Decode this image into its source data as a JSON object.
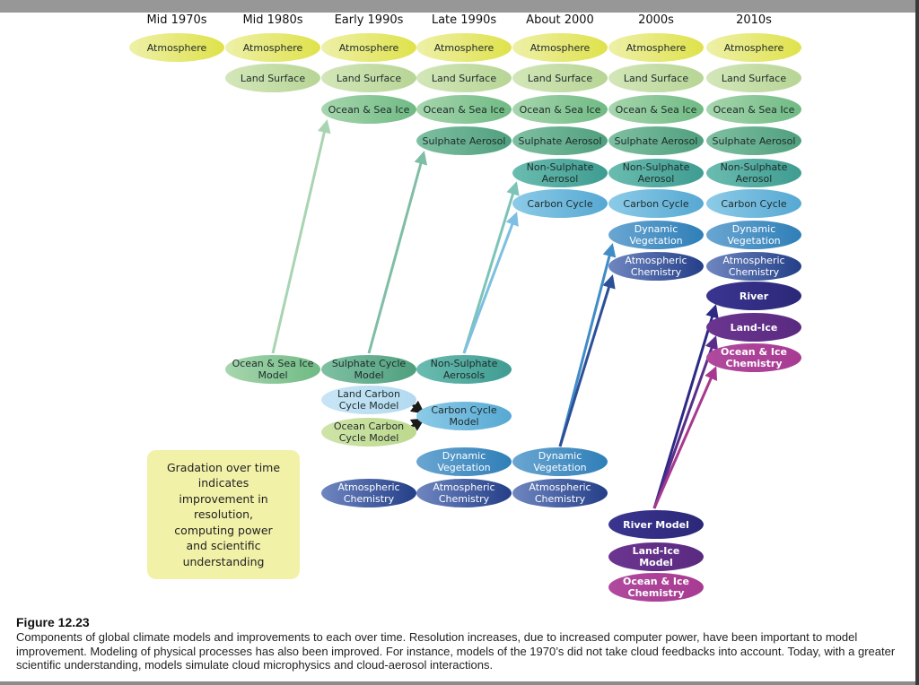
{
  "figure": {
    "title": "Figure 12.23",
    "caption": "Components of global climate models and improvements to each over time. Resolution increases, due to increased computer power, have been important to model improvement. Modeling of physical processes has also been improved. For instance, models of the 1970’s did not take cloud feedbacks into account. Today, with a greater scientific understanding, models simulate cloud microphysics and cloud-aerosol interactions."
  },
  "columns": [
    "Mid 1970s",
    "Mid 1980s",
    "Early 1990s",
    "Late 1990s",
    "About 2000",
    "2000s",
    "2010s"
  ],
  "note": "Gradation over time\nindicates\nimprovement in\nresolution,\ncomputing power\nand scientific\nunderstanding",
  "colors": {
    "atmosphere": "#e6e67a",
    "land_surface": "#c9dfa6",
    "ocean_sea_ice": "#8fc99a",
    "sulphate": "#6fb597",
    "non_sulphate": "#5fb0a8",
    "carbon": "#6db6d9",
    "vegetation": "#4a8fc4",
    "atm_chem": "#3b5fa3",
    "river": "#3a3590",
    "land_ice": "#6b3590",
    "ocean_ice_chem": "#a83a92",
    "land_carbon": "#b9def2",
    "ocean_carbon": "#c6df9c",
    "note_bg": "#f1f1a8"
  },
  "components": [
    {
      "id": "atm-1970",
      "label": "Atmosphere",
      "col": 0,
      "row": 0,
      "type": "atmosphere"
    },
    {
      "id": "atm-1980",
      "label": "Atmosphere",
      "col": 1,
      "row": 0,
      "type": "atmosphere"
    },
    {
      "id": "atm-e1990",
      "label": "Atmosphere",
      "col": 2,
      "row": 0,
      "type": "atmosphere"
    },
    {
      "id": "atm-l1990",
      "label": "Atmosphere",
      "col": 3,
      "row": 0,
      "type": "atmosphere"
    },
    {
      "id": "atm-2000",
      "label": "Atmosphere",
      "col": 4,
      "row": 0,
      "type": "atmosphere"
    },
    {
      "id": "atm-2000s",
      "label": "Atmosphere",
      "col": 5,
      "row": 0,
      "type": "atmosphere"
    },
    {
      "id": "atm-2010s",
      "label": "Atmosphere",
      "col": 6,
      "row": 0,
      "type": "atmosphere"
    },
    {
      "id": "land-1980",
      "label": "Land Surface",
      "col": 1,
      "row": 1,
      "type": "land_surface"
    },
    {
      "id": "land-e1990",
      "label": "Land Surface",
      "col": 2,
      "row": 1,
      "type": "land_surface"
    },
    {
      "id": "land-l1990",
      "label": "Land Surface",
      "col": 3,
      "row": 1,
      "type": "land_surface"
    },
    {
      "id": "land-2000",
      "label": "Land Surface",
      "col": 4,
      "row": 1,
      "type": "land_surface"
    },
    {
      "id": "land-2000s",
      "label": "Land Surface",
      "col": 5,
      "row": 1,
      "type": "land_surface"
    },
    {
      "id": "land-2010s",
      "label": "Land Surface",
      "col": 6,
      "row": 1,
      "type": "land_surface"
    },
    {
      "id": "ocean-e1990",
      "label": "Ocean & Sea Ice",
      "col": 2,
      "row": 2,
      "type": "ocean_sea_ice"
    },
    {
      "id": "ocean-l1990",
      "label": "Ocean & Sea Ice",
      "col": 3,
      "row": 2,
      "type": "ocean_sea_ice"
    },
    {
      "id": "ocean-2000",
      "label": "Ocean & Sea Ice",
      "col": 4,
      "row": 2,
      "type": "ocean_sea_ice"
    },
    {
      "id": "ocean-2000s",
      "label": "Ocean & Sea Ice",
      "col": 5,
      "row": 2,
      "type": "ocean_sea_ice"
    },
    {
      "id": "ocean-2010s",
      "label": "Ocean & Sea Ice",
      "col": 6,
      "row": 2,
      "type": "ocean_sea_ice"
    },
    {
      "id": "sulph-l1990",
      "label": "Sulphate Aerosol",
      "col": 3,
      "row": 3,
      "type": "sulphate"
    },
    {
      "id": "sulph-2000",
      "label": "Sulphate Aerosol",
      "col": 4,
      "row": 3,
      "type": "sulphate"
    },
    {
      "id": "sulph-2000s",
      "label": "Sulphate Aerosol",
      "col": 5,
      "row": 3,
      "type": "sulphate"
    },
    {
      "id": "sulph-2010s",
      "label": "Sulphate Aerosol",
      "col": 6,
      "row": 3,
      "type": "sulphate"
    },
    {
      "id": "nonsulph-2000",
      "label": "Non-Sulphate Aerosol",
      "col": 4,
      "row": 4,
      "type": "non_sulphate"
    },
    {
      "id": "nonsulph-2000s",
      "label": "Non-Sulphate Aerosol",
      "col": 5,
      "row": 4,
      "type": "non_sulphate"
    },
    {
      "id": "nonsulph-2010s",
      "label": "Non-Sulphate Aerosol",
      "col": 6,
      "row": 4,
      "type": "non_sulphate"
    },
    {
      "id": "carbon-2000",
      "label": "Carbon Cycle",
      "col": 4,
      "row": 5,
      "type": "carbon"
    },
    {
      "id": "carbon-2000s",
      "label": "Carbon Cycle",
      "col": 5,
      "row": 5,
      "type": "carbon"
    },
    {
      "id": "carbon-2010s",
      "label": "Carbon Cycle",
      "col": 6,
      "row": 5,
      "type": "carbon"
    },
    {
      "id": "veg-2000s",
      "label": "Dynamic Vegetation",
      "col": 5,
      "row": 6,
      "type": "vegetation"
    },
    {
      "id": "veg-2010s",
      "label": "Dynamic Vegetation",
      "col": 6,
      "row": 6,
      "type": "vegetation"
    },
    {
      "id": "chem-2000s",
      "label": "Atmospheric Chemistry",
      "col": 5,
      "row": 7,
      "type": "atm_chem"
    },
    {
      "id": "chem-2010s",
      "label": "Atmospheric Chemistry",
      "col": 6,
      "row": 7,
      "type": "atm_chem"
    },
    {
      "id": "river-2010s",
      "label": "River",
      "col": 6,
      "row": 8,
      "type": "river"
    },
    {
      "id": "landice-2010s",
      "label": "Land-Ice",
      "col": 6,
      "row": 9,
      "type": "land_ice"
    },
    {
      "id": "oceanicechem-2010s",
      "label": "Ocean & Ice Chemistry",
      "col": 6,
      "row": 10,
      "type": "ocean_ice_chem"
    }
  ],
  "models": [
    {
      "id": "m-ocean",
      "label": "Ocean & Sea Ice Model",
      "col": 1,
      "slot": "a",
      "type": "ocean_sea_ice"
    },
    {
      "id": "m-sulph",
      "label": "Sulphate Cycle Model",
      "col": 2,
      "slot": "a",
      "type": "sulphate"
    },
    {
      "id": "m-nonsulph",
      "label": "Non-Sulphate Aerosols",
      "col": 3,
      "slot": "a",
      "type": "non_sulphate"
    },
    {
      "id": "m-landcarbon",
      "label": "Land Carbon Cycle Model",
      "col": 2,
      "slot": "b",
      "type": "land_carbon"
    },
    {
      "id": "m-oceancarbon",
      "label": "Ocean Carbon Cycle Model",
      "col": 2,
      "slot": "c",
      "type": "ocean_carbon"
    },
    {
      "id": "m-carbon",
      "label": "Carbon Cycle Model",
      "col": 3,
      "slot": "bc",
      "type": "carbon"
    },
    {
      "id": "m-veg-l1990",
      "label": "Dynamic Vegetation",
      "col": 3,
      "slot": "d",
      "type": "vegetation"
    },
    {
      "id": "m-veg-2000",
      "label": "Dynamic Vegetation",
      "col": 4,
      "slot": "d",
      "type": "vegetation"
    },
    {
      "id": "m-chem-e1990",
      "label": "Atmospheric Chemistry",
      "col": 2,
      "slot": "e",
      "type": "atm_chem"
    },
    {
      "id": "m-chem-l1990",
      "label": "Atmospheric Chemistry",
      "col": 3,
      "slot": "e",
      "type": "atm_chem"
    },
    {
      "id": "m-chem-2000",
      "label": "Atmospheric Chemistry",
      "col": 4,
      "slot": "e",
      "type": "atm_chem"
    },
    {
      "id": "m-river",
      "label": "River Model",
      "col": 5,
      "slot": "f",
      "type": "river"
    },
    {
      "id": "m-landice",
      "label": "Land-Ice Model",
      "col": 5,
      "slot": "g",
      "type": "land_ice"
    },
    {
      "id": "m-oceanicechem",
      "label": "Ocean & Ice Chemistry",
      "col": 5,
      "slot": "h",
      "type": "ocean_ice_chem"
    }
  ],
  "arrows": [
    {
      "from": "m-ocean",
      "to": "ocean-e1990",
      "type": "ocean_sea_ice"
    },
    {
      "from": "m-sulph",
      "to": "sulph-l1990",
      "type": "sulphate"
    },
    {
      "from": "m-nonsulph",
      "to": "nonsulph-2000",
      "type": "non_sulphate"
    },
    {
      "from": "m-nonsulph",
      "to": "carbon-2000",
      "type": "carbon"
    },
    {
      "from": "m-landcarbon",
      "to": "m-carbon",
      "type": "dark"
    },
    {
      "from": "m-oceancarbon",
      "to": "m-carbon",
      "type": "dark"
    },
    {
      "from": "m-veg-2000",
      "to": "veg-2000s",
      "type": "vegetation"
    },
    {
      "from": "m-veg-2000",
      "to": "chem-2000s",
      "type": "atm_chem"
    },
    {
      "from": "m-river",
      "to": "river-2010s",
      "type": "river"
    },
    {
      "from": "m-river",
      "to": "landice-2010s",
      "type": "land_ice"
    },
    {
      "from": "m-river",
      "to": "oceanicechem-2010s",
      "type": "ocean_ice_chem"
    }
  ]
}
